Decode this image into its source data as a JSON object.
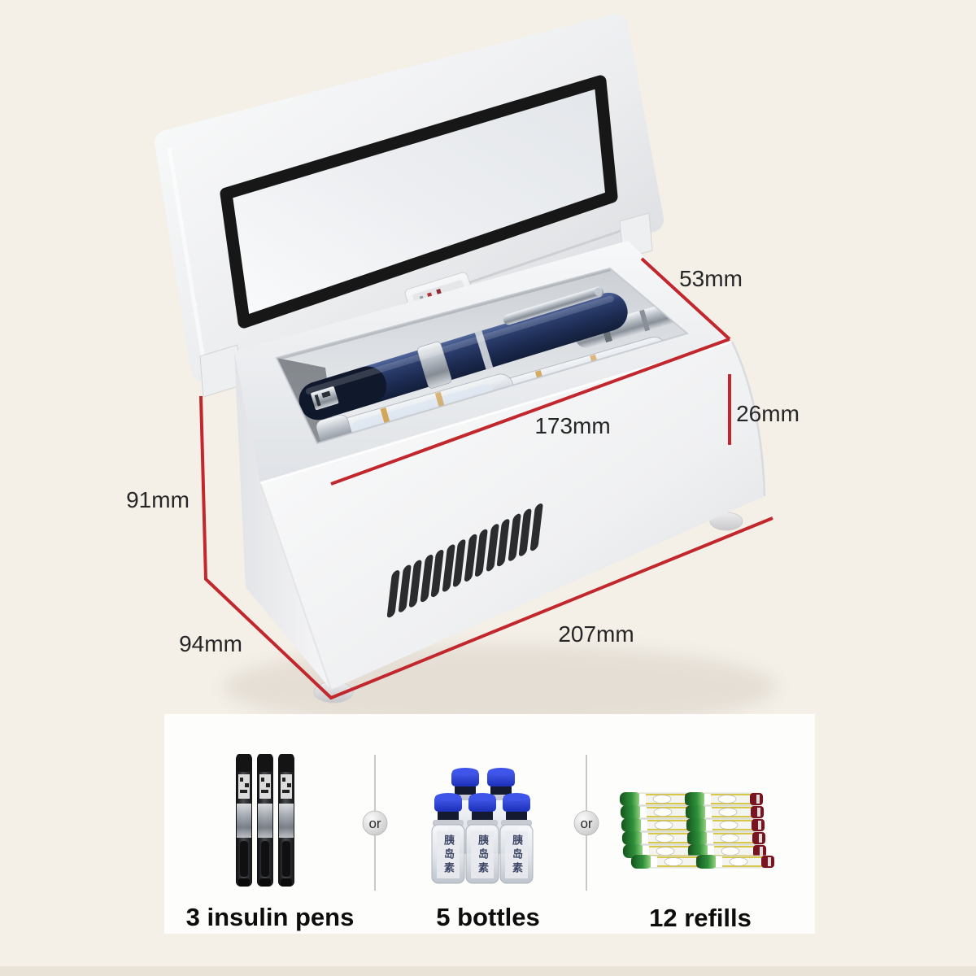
{
  "page": {
    "type": "product-dimension-diagram",
    "background": "#f4efe7"
  },
  "product": {
    "name": "portable-insulin-cooler-box",
    "annotation_color": "#c1272d",
    "dimensions": {
      "opening_width": "53mm",
      "lip_height": "26mm",
      "opening_length": "173mm",
      "body_height": "91mm",
      "body_depth": "94mm",
      "body_length": "207mm"
    },
    "colors": {
      "pen_navy": "#24355f",
      "vial_cap_blue": "#2640d8",
      "refill_green": "#2e8f3a",
      "refill_cap_red": "#7a1420"
    }
  },
  "capacity_panel": {
    "separator_label": "or",
    "vial_label_text": "胰岛素",
    "options": [
      {
        "id": "insulin-pens",
        "label": "3 insulin pens"
      },
      {
        "id": "bottles",
        "label": "5 bottles"
      },
      {
        "id": "refills",
        "label": "12 refills"
      }
    ]
  }
}
